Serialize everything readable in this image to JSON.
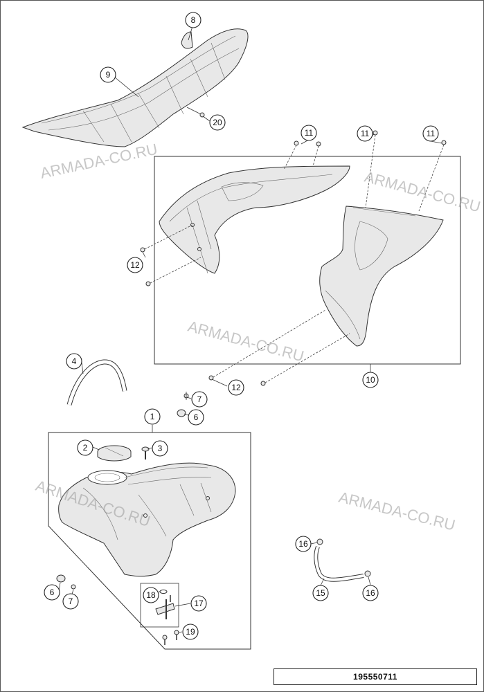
{
  "watermark": "ARMADA-CO.RU",
  "drawing_number": "195550711",
  "callouts": {
    "c1": "1",
    "c2": "2",
    "c3": "3",
    "c4": "4",
    "c6a": "6",
    "c6b": "6",
    "c7a": "7",
    "c7b": "7",
    "c8": "8",
    "c9": "9",
    "c10": "10",
    "c11a": "11",
    "c11b": "11",
    "c11c": "11",
    "c12a": "12",
    "c12b": "12",
    "c15": "15",
    "c16a": "16",
    "c16b": "16",
    "c17": "17",
    "c18": "18",
    "c19": "19",
    "c20": "20"
  }
}
